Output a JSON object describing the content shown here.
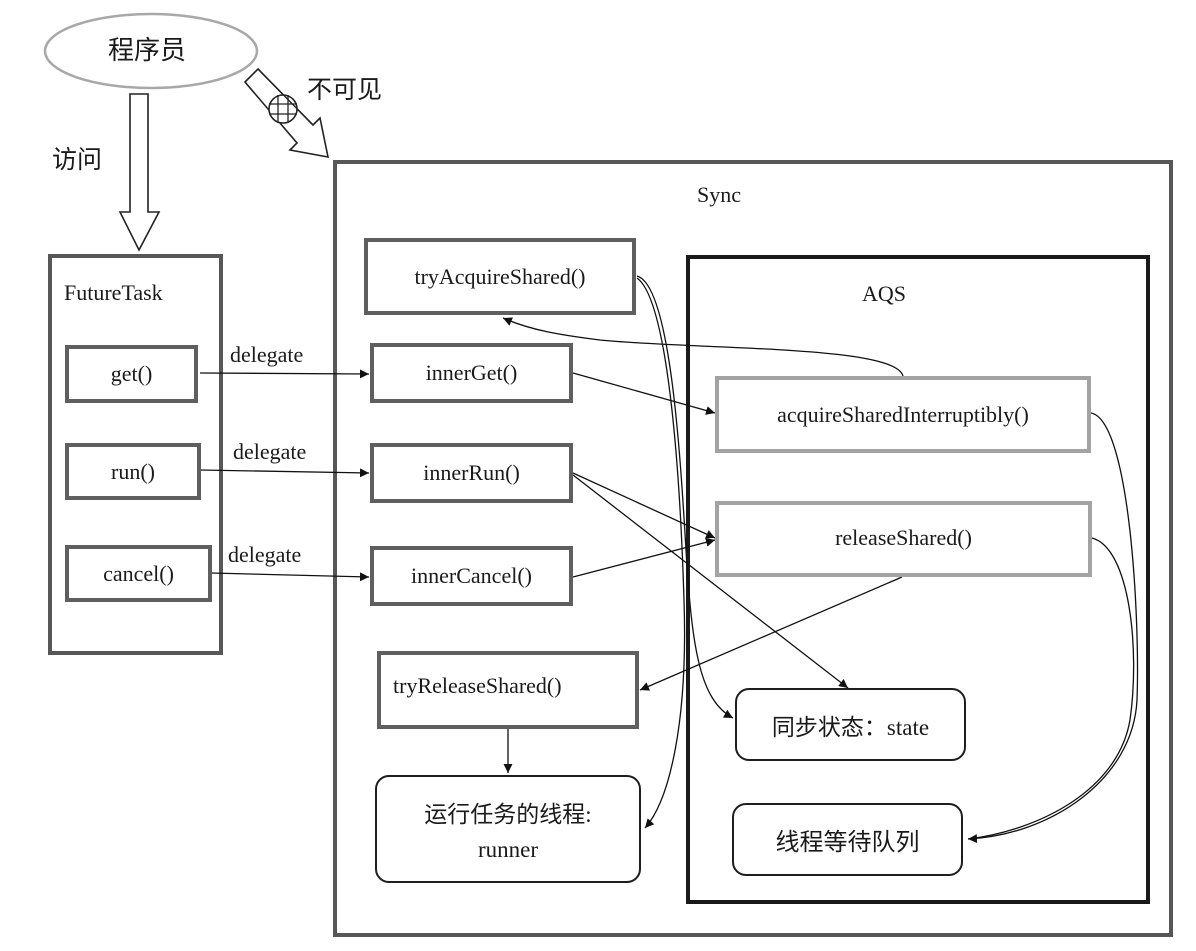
{
  "actor": {
    "label": "程序员"
  },
  "access_arrow": {
    "label": "访问"
  },
  "invisible_arrow": {
    "label": "不可见"
  },
  "future_task": {
    "title": "FutureTask",
    "methods": [
      "get()",
      "run()",
      "cancel()"
    ]
  },
  "delegate_labels": [
    "delegate",
    "delegate",
    "delegate"
  ],
  "sync": {
    "title": "Sync",
    "methods": {
      "try_acquire_shared": "tryAcquireShared()",
      "inner_get": "innerGet()",
      "inner_run": "innerRun()",
      "inner_cancel": "innerCancel()",
      "try_release_shared": "tryReleaseShared()",
      "runner_line1": "运行任务的线程:",
      "runner_line2": "runner"
    }
  },
  "aqs": {
    "title": "AQS",
    "methods": {
      "acquire_shared_interruptibly": "acquireSharedInterruptibly()",
      "release_shared": "releaseShared()"
    },
    "state": "同步状态：state",
    "wait_queue": "线程等待队列"
  },
  "colors": {
    "dark_border": "#5f5f5f",
    "light_border": "#a3a3a3",
    "black_border": "#1e1e1e",
    "ellipse_border": "#a8a8a8"
  }
}
